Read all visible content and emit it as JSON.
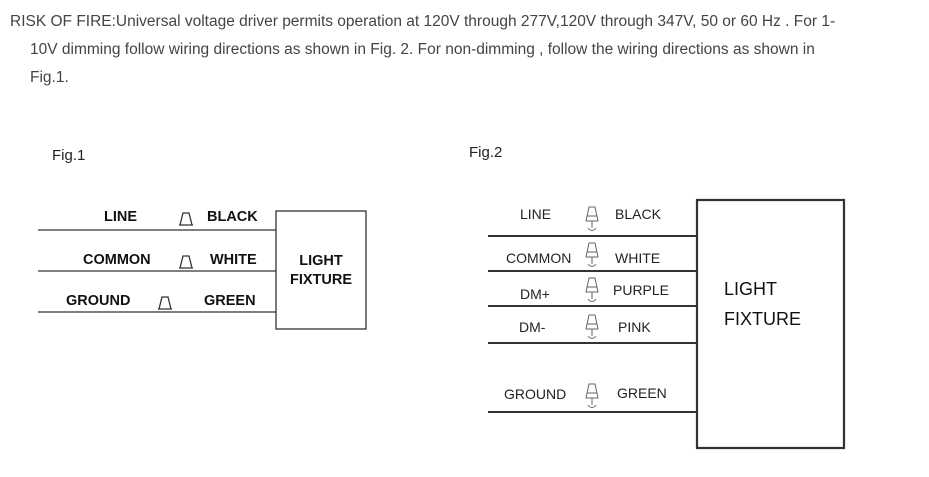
{
  "notice": {
    "line1": "RISK OF FIRE:Universal voltage driver permits operation  at 120V through 277V,120V through 347V,  50 or 60 Hz . For 1-",
    "line2": "10V dimming follow wiring directions as shown  in Fig. 2. For non-dimming , follow the wiring directions as shown in",
    "line3": "Fig.1."
  },
  "fig1": {
    "title": "Fig.1",
    "rows": [
      {
        "left": "LINE",
        "right": "BLACK"
      },
      {
        "left": "COMMON",
        "right": "WHITE"
      },
      {
        "left": "GROUND",
        "right": "GREEN"
      }
    ],
    "box_line1": "LIGHT",
    "box_line2": "FIXTURE"
  },
  "fig2": {
    "title": "Fig.2",
    "rows": [
      {
        "left": "LINE",
        "right": "BLACK"
      },
      {
        "left": "COMMON",
        "right": "WHITE"
      },
      {
        "left": "DM+",
        "right": "PURPLE"
      },
      {
        "left": "DM-",
        "right": "PINK"
      },
      {
        "left": "GROUND",
        "right": "GREEN"
      }
    ],
    "box_line1": "LIGHT",
    "box_line2": "FIXTURE"
  }
}
